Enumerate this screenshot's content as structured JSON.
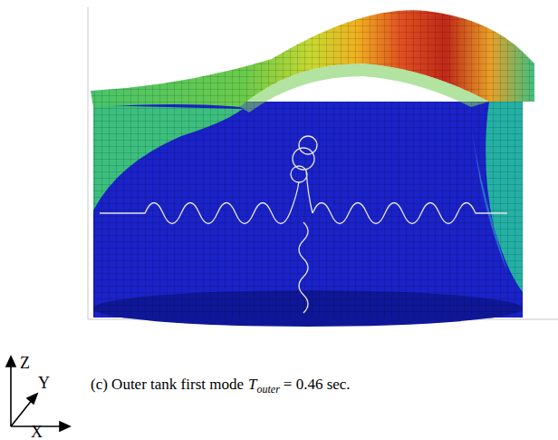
{
  "diagram": {
    "caption": "(c) Outer tank first mode",
    "labels": [
      "Z",
      "Y",
      "X",
      "T",
      "outer",
      "= 0.46 sec."
    ]
  }
}
